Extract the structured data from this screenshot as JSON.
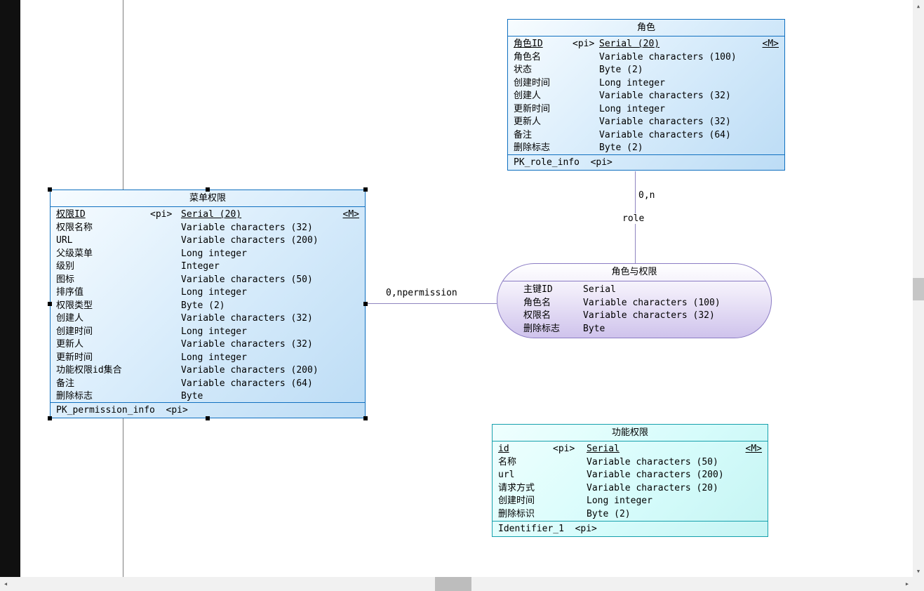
{
  "diagram": {
    "entities": [
      {
        "title": "角色",
        "footer": "PK_role_info  <pi>",
        "columns": [
          {
            "name": "角色ID",
            "mod": "<pi>",
            "type": "Serial (20)",
            "flag": "<M>",
            "pk": true
          },
          {
            "name": "角色名",
            "type": "Variable characters (100)"
          },
          {
            "name": "状态",
            "type": "Byte (2)"
          },
          {
            "name": "创建时间",
            "type": "Long integer"
          },
          {
            "name": "创建人",
            "type": "Variable characters (32)"
          },
          {
            "name": "更新时间",
            "type": "Long integer"
          },
          {
            "name": "更新人",
            "type": "Variable characters (32)"
          },
          {
            "name": "备注",
            "type": "Variable characters (64)"
          },
          {
            "name": "删除标志",
            "type": "Byte (2)"
          }
        ]
      },
      {
        "title": "菜单权限",
        "footer": "PK_permission_info  <pi>",
        "columns": [
          {
            "name": "权限ID",
            "mod": "<pi>",
            "type": "Serial (20)",
            "flag": "<M>",
            "pk": true
          },
          {
            "name": "权限名称",
            "type": "Variable characters (32)"
          },
          {
            "name": "URL",
            "type": "Variable characters (200)"
          },
          {
            "name": "父级菜单",
            "type": "Long integer"
          },
          {
            "name": "级别",
            "type": "Integer"
          },
          {
            "name": "图标",
            "type": "Variable characters (50)"
          },
          {
            "name": "排序值",
            "type": "Long integer"
          },
          {
            "name": "权限类型",
            "type": "Byte (2)"
          },
          {
            "name": "创建人",
            "type": "Variable characters (32)"
          },
          {
            "name": "创建时间",
            "type": "Long integer"
          },
          {
            "name": "更新人",
            "type": "Variable characters (32)"
          },
          {
            "name": "更新时间",
            "type": "Long integer"
          },
          {
            "name": "功能权限id集合",
            "type": "Variable characters (200)"
          },
          {
            "name": "备注",
            "type": "Variable characters (64)"
          },
          {
            "name": "删除标志",
            "type": "Byte"
          }
        ]
      },
      {
        "title": "功能权限",
        "footer": "Identifier_1  <pi>",
        "columns": [
          {
            "name": "id",
            "mod": "<pi>",
            "type": "Serial",
            "flag": "<M>",
            "pk": true
          },
          {
            "name": "名称",
            "type": "Variable characters (50)"
          },
          {
            "name": "url",
            "type": "Variable characters (200)"
          },
          {
            "name": "请求方式",
            "type": "Variable characters (20)"
          },
          {
            "name": "创建时间",
            "type": "Long integer"
          },
          {
            "name": "删除标识",
            "type": "Byte (2)"
          }
        ]
      }
    ],
    "association": {
      "title": "角色与权限",
      "columns": [
        {
          "name": "主键ID",
          "type": "Serial"
        },
        {
          "name": "角色名",
          "type": "Variable characters (100)"
        },
        {
          "name": "权限名",
          "type": "Variable characters (32)"
        },
        {
          "name": "删除标志",
          "type": "Byte"
        }
      ]
    },
    "links": {
      "role_cardinality": "0,n",
      "role_name": "role",
      "permission_label": "0,npermission"
    }
  },
  "scrollbar_icons": {
    "up": "▲",
    "down": "▼",
    "left": "◀",
    "right": "▶"
  }
}
